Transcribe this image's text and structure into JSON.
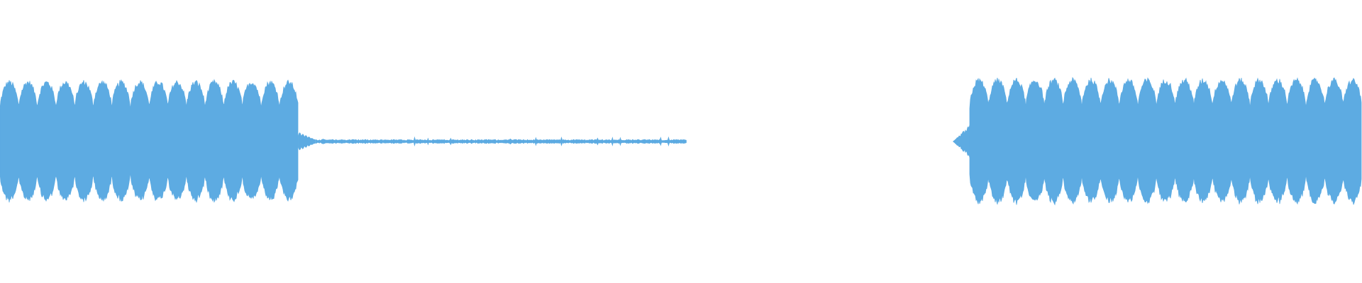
{
  "waveform": {
    "color": "#5dabe2",
    "background": "#ffffff",
    "segments": [
      {
        "name": "segment-1",
        "kind": "active",
        "start_fraction": 0.0,
        "end_fraction": 0.219,
        "amplitude": 0.92,
        "pulse_count": 16
      },
      {
        "name": "segment-2",
        "kind": "decay",
        "start_fraction": 0.219,
        "end_fraction": 0.232,
        "amplitude": 0.12,
        "pulse_count": 3
      },
      {
        "name": "segment-3",
        "kind": "noise-floor",
        "start_fraction": 0.232,
        "end_fraction": 0.504,
        "amplitude": 0.03,
        "pulse_count": 0
      },
      {
        "name": "segment-4",
        "kind": "silence",
        "start_fraction": 0.504,
        "end_fraction": 0.7,
        "amplitude": 0.0,
        "pulse_count": 0
      },
      {
        "name": "segment-5",
        "kind": "onset",
        "start_fraction": 0.7,
        "end_fraction": 0.712,
        "amplitude": 0.25,
        "pulse_count": 1
      },
      {
        "name": "segment-6",
        "kind": "active",
        "start_fraction": 0.712,
        "end_fraction": 1.0,
        "amplitude": 0.95,
        "pulse_count": 21
      }
    ]
  }
}
